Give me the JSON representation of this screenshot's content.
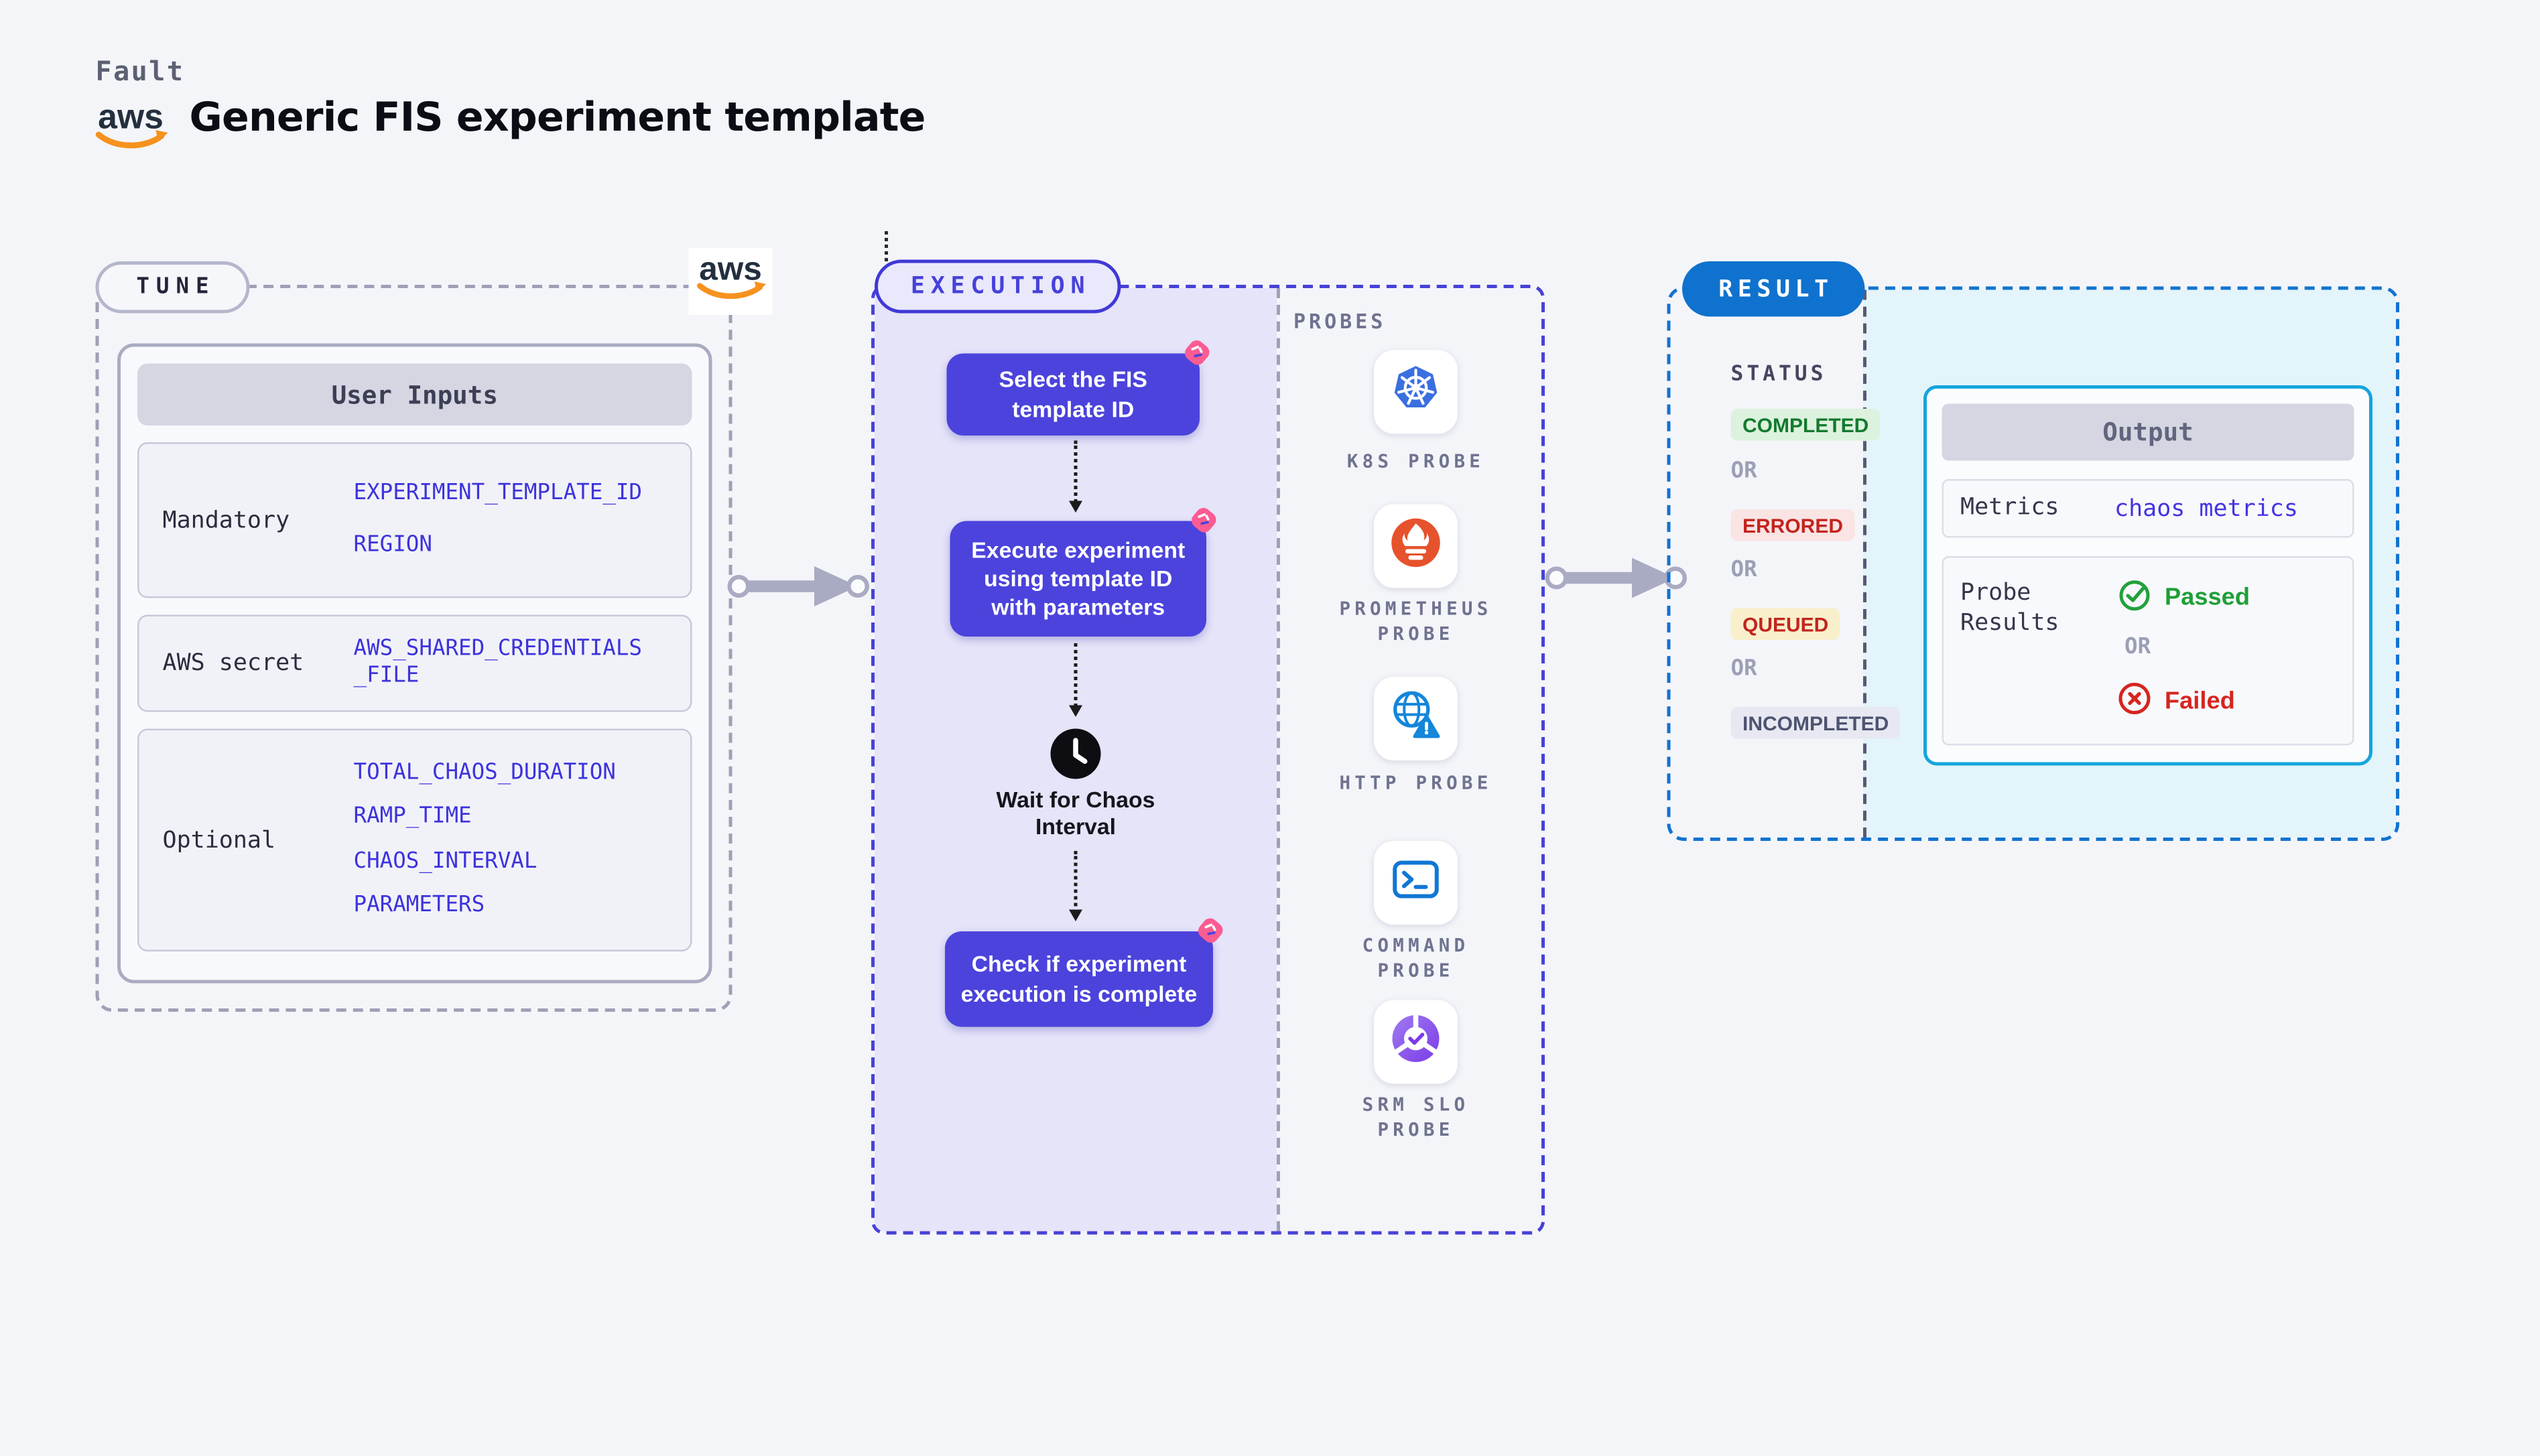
{
  "header": {
    "app_label": "Fault",
    "title": "Generic FIS experiment template",
    "aws_logo_text": "aws"
  },
  "tune": {
    "badge": "TUNE",
    "user_inputs": {
      "header": "User Inputs",
      "rows": [
        {
          "label": "Mandatory",
          "values": [
            "EXPERIMENT_TEMPLATE_ID",
            "REGION"
          ]
        },
        {
          "label": "AWS secret",
          "values": [
            "AWS_SHARED_CREDENTIALS_FILE"
          ]
        },
        {
          "label": "Optional",
          "values": [
            "TOTAL_CHAOS_DURATION",
            "RAMP_TIME",
            "CHAOS_INTERVAL",
            "PARAMETERS"
          ]
        }
      ]
    }
  },
  "execution": {
    "badge": "EXECUTION",
    "steps": [
      {
        "label": "Select the FIS template ID"
      },
      {
        "label": "Execute experiment using template ID with parameters"
      },
      {
        "label": "Check if experiment execution is complete"
      }
    ],
    "wait_label": "Wait for Chaos Interval",
    "probes": {
      "title": "PROBES",
      "items": [
        {
          "icon": "kubernetes-icon",
          "line1": "K8S PROBE",
          "line2": ""
        },
        {
          "icon": "prometheus-icon",
          "line1": "PROMETHEUS",
          "line2": "PROBE"
        },
        {
          "icon": "http-globe-icon",
          "line1": "HTTP PROBE",
          "line2": ""
        },
        {
          "icon": "terminal-icon",
          "line1": "COMMAND",
          "line2": "PROBE"
        },
        {
          "icon": "srm-slo-icon",
          "line1": "SRM SLO",
          "line2": "PROBE"
        }
      ]
    }
  },
  "result": {
    "badge": "RESULT",
    "status": {
      "title": "STATUS",
      "or_label": "OR",
      "badges": [
        "COMPLETED",
        "ERRORED",
        "QUEUED",
        "INCOMPLETED"
      ]
    },
    "output": {
      "header": "Output",
      "metrics_label": "Metrics",
      "metrics_value": "chaos metrics",
      "probe_results_label": "Probe Results",
      "passed_label": "Passed",
      "or_label": "OR",
      "failed_label": "Failed"
    }
  },
  "colors": {
    "page_bg": "#F4F5F9",
    "indigo_box": "#4B43DC",
    "indigo_value_text": "#3D33DC",
    "execution_fill": "#E5E4F9",
    "execution_dash": "#4741D8",
    "tune_dash": "#9EA1B5",
    "pink_badge": "#FB5C92",
    "result_pill_blue": "#0F72CE",
    "result_dash": "#1173D0",
    "result_fill_cyan": "#E3F4FA",
    "output_border_cyan": "#14A5DC",
    "passed_green": "#1F9E37",
    "failed_red": "#D6251F",
    "completed_bg": "#DDF2DE",
    "errored_bg": "#FAE4E4",
    "queued_bg": "#F9EFCB",
    "incompleted_bg": "#E7E8F2",
    "aws_orange": "#F6921E",
    "kubernetes_blue": "#3B6FE0",
    "prometheus_orange": "#E6522C",
    "http_blue": "#1486DB",
    "srm_purple": "#7C3BE8",
    "arrow_gray": "#A9ABC3"
  }
}
